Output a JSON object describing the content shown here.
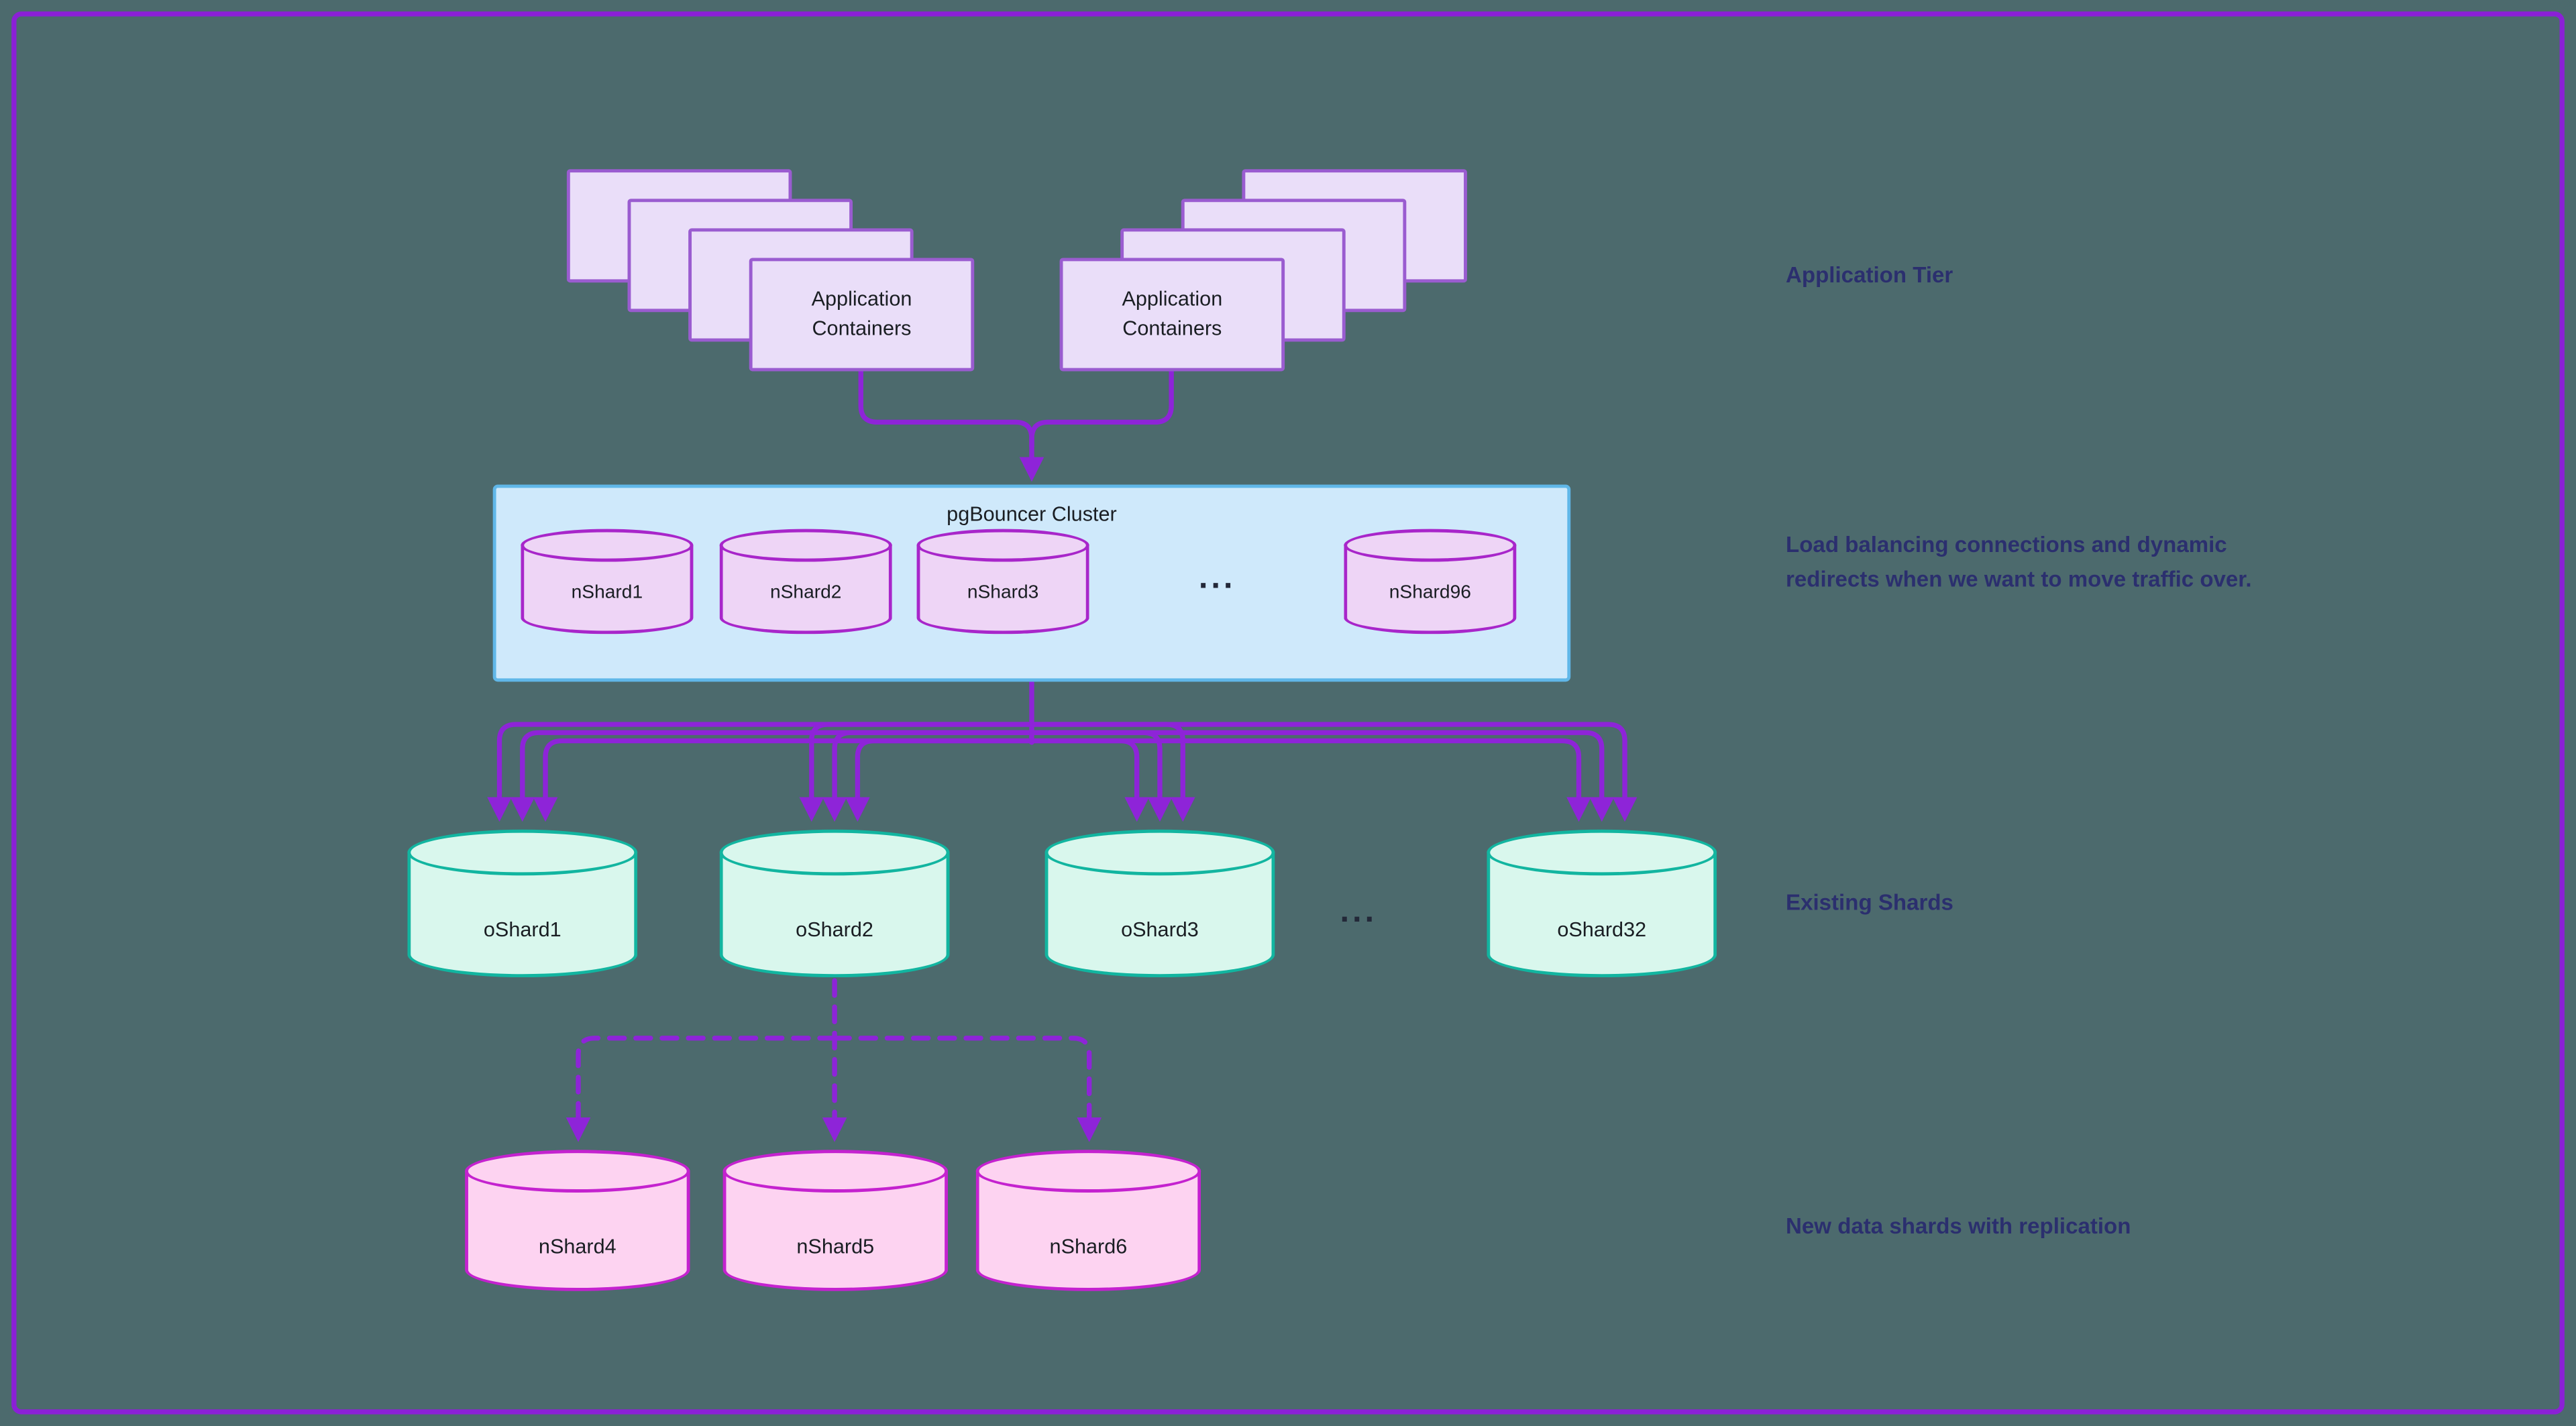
{
  "colors": {
    "background": "#4c6a6d",
    "frame_border": "#8b20d6",
    "arrow": "#8e24d8",
    "app_box_fill": "#eadef9",
    "app_box_border": "#9a5cd0",
    "pgbouncer_fill": "#cfe9fb",
    "pgbouncer_border": "#60b7e8",
    "nshard_fill": "#eed5f6",
    "nshard_border": "#a826ca",
    "existing_shard_fill": "#d9f7ed",
    "existing_shard_border": "#12b5a0",
    "new_shard_fill": "#fdd3f1",
    "new_shard_border": "#c422cf",
    "annotation_text": "#2b2f6e"
  },
  "app_tier": {
    "left_stack": {
      "label": "Application Containers"
    },
    "right_stack": {
      "label": "Application Containers"
    }
  },
  "pgbouncer": {
    "title": "pgBouncer Cluster",
    "shards": [
      "nShard1",
      "nShard2",
      "nShard3",
      "nShard96"
    ],
    "ellipsis": "..."
  },
  "existing_shards": {
    "shards": [
      "oShard1",
      "oShard2",
      "oShard3",
      "oShard32"
    ],
    "ellipsis": "..."
  },
  "new_shards": {
    "shards": [
      "nShard4",
      "nShard5",
      "nShard6"
    ]
  },
  "annotations": {
    "application_tier": "Application Tier",
    "load_balancing": "Load balancing connections and dynamic redirects when we want to move traffic over.",
    "existing_shards": "Existing Shards",
    "new_shards": "New data shards with replication"
  }
}
